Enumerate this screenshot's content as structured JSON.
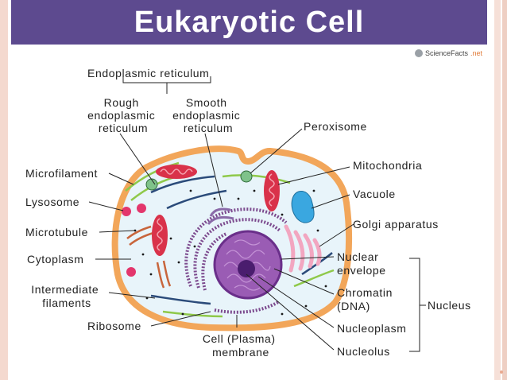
{
  "title": "Eukaryotic Cell",
  "brand": {
    "name": "ScienceFacts",
    "suffix": ".net"
  },
  "labels": {
    "er_group": "Endoplasmic reticulum",
    "rough_er": [
      "Rough",
      "endoplasmic",
      "reticulum"
    ],
    "smooth_er": [
      "Smooth",
      "endoplasmic",
      "reticulum"
    ],
    "peroxisome": "Peroxisome",
    "microfilament": "Microfilament",
    "mitochondria": "Mitochondria",
    "lysosome": "Lysosome",
    "vacuole": "Vacuole",
    "microtubule": "Microtubule",
    "golgi": "Golgi apparatus",
    "cytoplasm": "Cytoplasm",
    "nuclear_envelope": [
      "Nuclear",
      "envelope"
    ],
    "intermediate_filaments": [
      "Intermediate",
      "filaments"
    ],
    "chromatin": [
      "Chromatin",
      "(DNA)"
    ],
    "nucleus": "Nucleus",
    "ribosome": "Ribosome",
    "cell_membrane": [
      "Cell (Plasma)",
      "membrane"
    ],
    "nucleoplasm": "Nucleoplasm",
    "nucleolus": "Nucleolus"
  },
  "colors": {
    "title_bar": "#5d4a8f",
    "membrane": "#f2a65a",
    "cytoplasm": "#e8f4fa",
    "nucleus": "#9a5cb4",
    "nucleolus": "#4a1d6e",
    "mitochondria": "#d9324a",
    "vacuole": "#3aa7e0",
    "golgi": "#f2a6c0",
    "lysosome": "#e3366c",
    "peroxisome": "#7fc28a"
  }
}
